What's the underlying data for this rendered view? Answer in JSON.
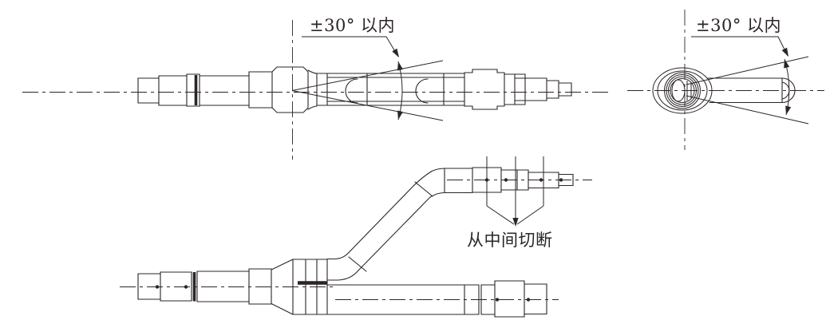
{
  "page": {
    "background": "#ffffff"
  },
  "drawing": {
    "line_color": "#2b2526",
    "labels": {
      "side_view_angle": "±30° 以内",
      "end_view_angle": "±30° 以内",
      "cut_note": "从中间切断"
    }
  }
}
